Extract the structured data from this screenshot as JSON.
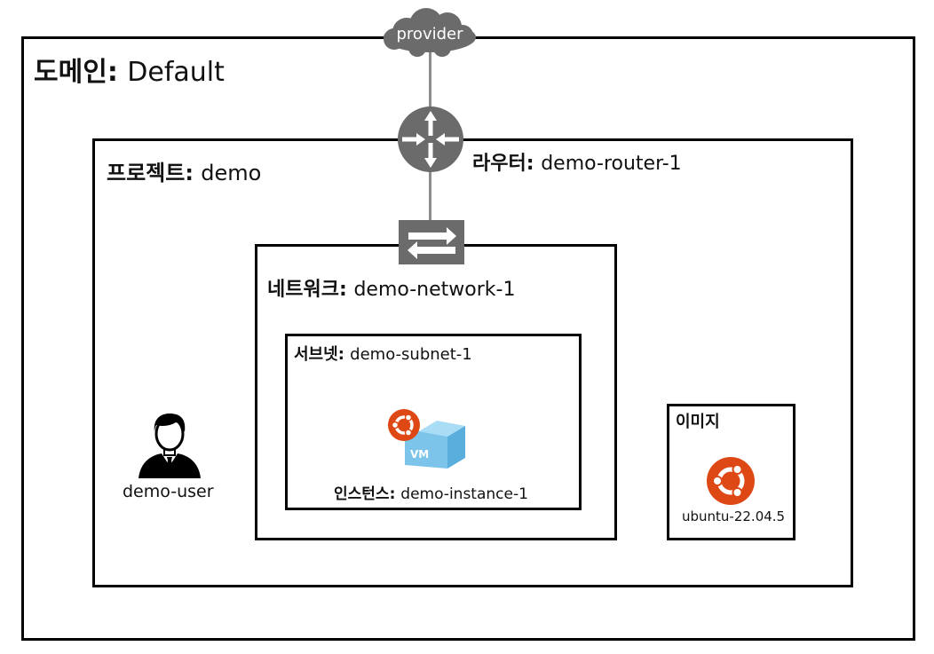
{
  "diagram": {
    "provider": {
      "label": "provider"
    },
    "domain": {
      "key": "도메인",
      "sep": ": ",
      "value": "Default"
    },
    "project": {
      "key": "프로젝트",
      "sep": ": ",
      "value": "demo"
    },
    "router": {
      "key": "라우터",
      "sep": ": ",
      "value": "demo-router-1"
    },
    "network": {
      "key": "네트워크",
      "sep": ": ",
      "value": "demo-network-1"
    },
    "subnet": {
      "key": "서브넷",
      "sep": ": ",
      "value": "demo-subnet-1"
    },
    "instance": {
      "key": "인스턴스",
      "sep": ": ",
      "value": "demo-instance-1",
      "vm_badge": "VM"
    },
    "image": {
      "title": "이미지",
      "name": "ubuntu-22.04.5"
    },
    "user": {
      "name": "demo-user"
    }
  },
  "colors": {
    "border": "#000000",
    "icon_gray": "#6b6b6b",
    "connector": "#8c8c8c",
    "ubuntu_orange": "#dd4814",
    "vm_blue": "#7cc4ea"
  }
}
